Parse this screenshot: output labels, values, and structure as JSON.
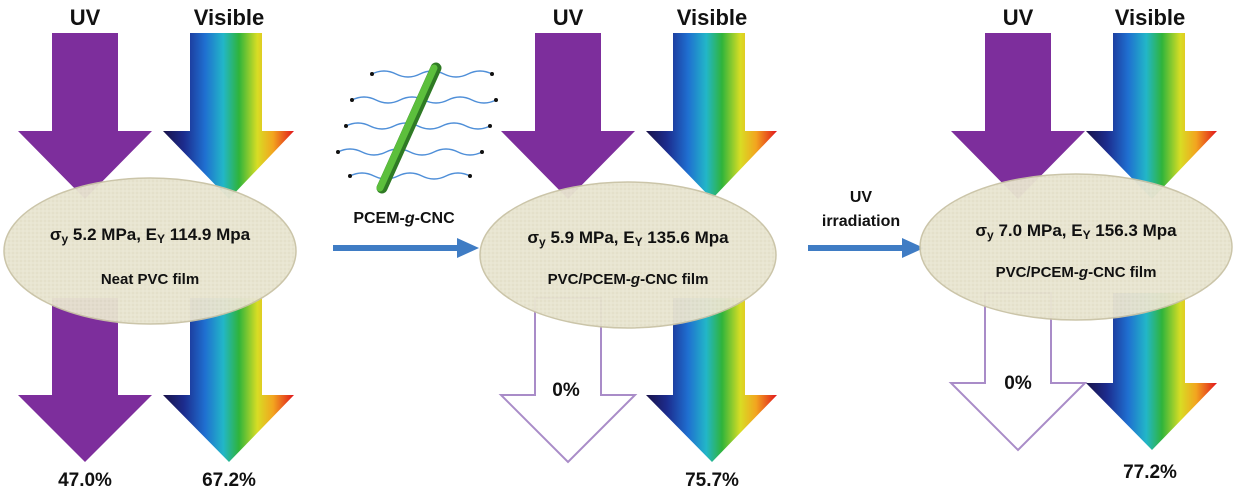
{
  "colors": {
    "uv_purple": "#7d2e9c",
    "ellipse_fill": "#e7e3cf",
    "ellipse_stroke": "#c9c3a6",
    "process_arrow": "#3f7cc4",
    "cnc_rod": "#55b038",
    "outline_purple": "#a98cc8"
  },
  "panels": [
    {
      "uv_label": "UV",
      "visible_label": "Visible",
      "sigma_symbol": "σ",
      "sigma_sub": "y",
      "sigma_value": " 5.2 MPa, E",
      "e_sub": "Y",
      "e_value": " 114.9 Mpa",
      "film_name": "Neat PVC film",
      "uv_transmittance": "47.0%",
      "visible_transmittance": "67.2%"
    },
    {
      "uv_label": "UV",
      "visible_label": "Visible",
      "sigma_symbol": "σ",
      "sigma_sub": "y",
      "sigma_value": " 5.9 MPa, E",
      "e_sub": "Y",
      "e_value": " 135.6 Mpa",
      "film_prefix": "PVC/PCEM-",
      "film_italic": "g",
      "film_suffix": "-CNC film",
      "uv_transmittance": "0%",
      "visible_transmittance": "75.7%"
    },
    {
      "uv_label": "UV",
      "visible_label": "Visible",
      "sigma_symbol": "σ",
      "sigma_sub": "y",
      "sigma_value": " 7.0 MPa, E",
      "e_sub": "Y",
      "e_value": " 156.3 Mpa",
      "film_prefix": "PVC/PCEM-",
      "film_italic": "g",
      "film_suffix": "-CNC film",
      "uv_transmittance": "0%",
      "visible_transmittance": "77.2%"
    }
  ],
  "steps": [
    {
      "prefix": "PCEM-",
      "italic": "g",
      "suffix": "-CNC"
    },
    {
      "line1": "UV",
      "line2": "irradiation"
    }
  ]
}
